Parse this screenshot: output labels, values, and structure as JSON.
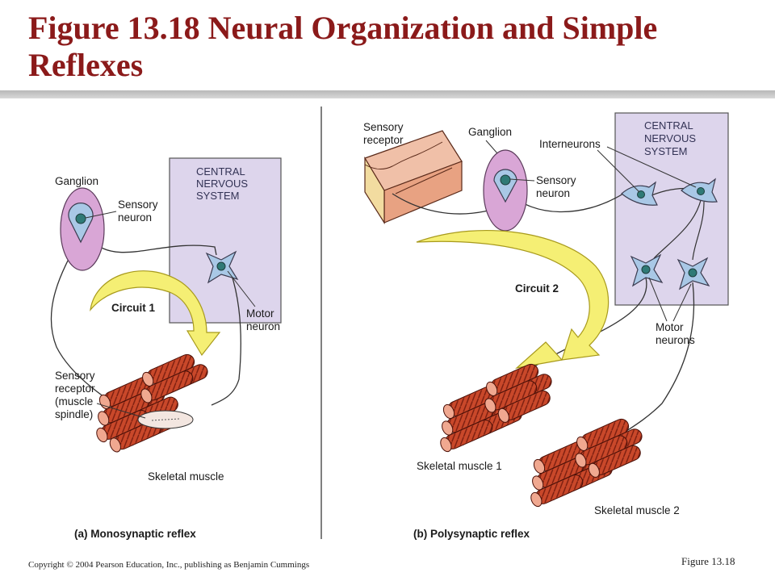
{
  "title": "Figure 13.18  Neural Organization and Simple Reflexes",
  "panel_a": {
    "ganglion": "Ganglion",
    "cns": [
      "CENTRAL",
      "NERVOUS",
      "SYSTEM"
    ],
    "sensory_neuron": [
      "Sensory",
      "neuron"
    ],
    "circuit": "Circuit 1",
    "motor_neuron": [
      "Motor",
      "neuron"
    ],
    "sensory_receptor": [
      "Sensory",
      "receptor",
      "(muscle",
      "spindle)"
    ],
    "skeletal_muscle": "Skeletal muscle",
    "caption": "(a) Monosynaptic reflex"
  },
  "panel_b": {
    "sensory_receptor": [
      "Sensory",
      "receptor"
    ],
    "ganglion": "Ganglion",
    "interneurons": "Interneurons",
    "cns": [
      "CENTRAL",
      "NERVOUS",
      "SYSTEM"
    ],
    "sensory_neuron": [
      "Sensory",
      "neuron"
    ],
    "circuit": "Circuit 2",
    "motor_neurons": [
      "Motor",
      "neurons"
    ],
    "skeletal_muscle_1": "Skeletal muscle 1",
    "skeletal_muscle_2": "Skeletal muscle 2",
    "caption": "(b) Polysynaptic reflex"
  },
  "footer": {
    "copyright": "Copyright © 2004 Pearson Education, Inc., publishing as Benjamin Cummings",
    "figure_ref": "Figure 13.18"
  },
  "colors": {
    "title": "#8b1a1a",
    "cns_box": "#ddd5ec",
    "ganglion": "#d9a6d6",
    "neuron": "#a9c8e6",
    "nucleus": "#2f7a76",
    "arrow": "#f5ef74",
    "muscle": "#c9482a"
  }
}
